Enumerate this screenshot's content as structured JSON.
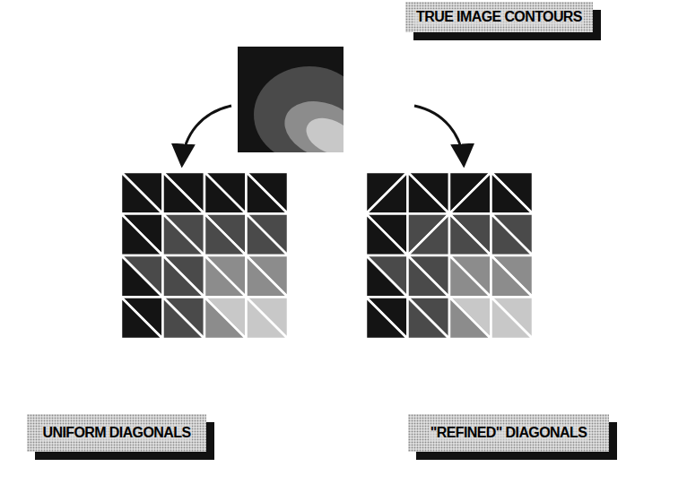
{
  "diagram": {
    "nodes": [
      {
        "text": [
          "TRUE IMAGE CONTOURS"
        ]
      },
      {
        "text": [
          "UNIFORM DIAGONALS"
        ]
      },
      {
        "text": [
          "\"REFINED\" DIAGONALS"
        ]
      }
    ]
  }
}
